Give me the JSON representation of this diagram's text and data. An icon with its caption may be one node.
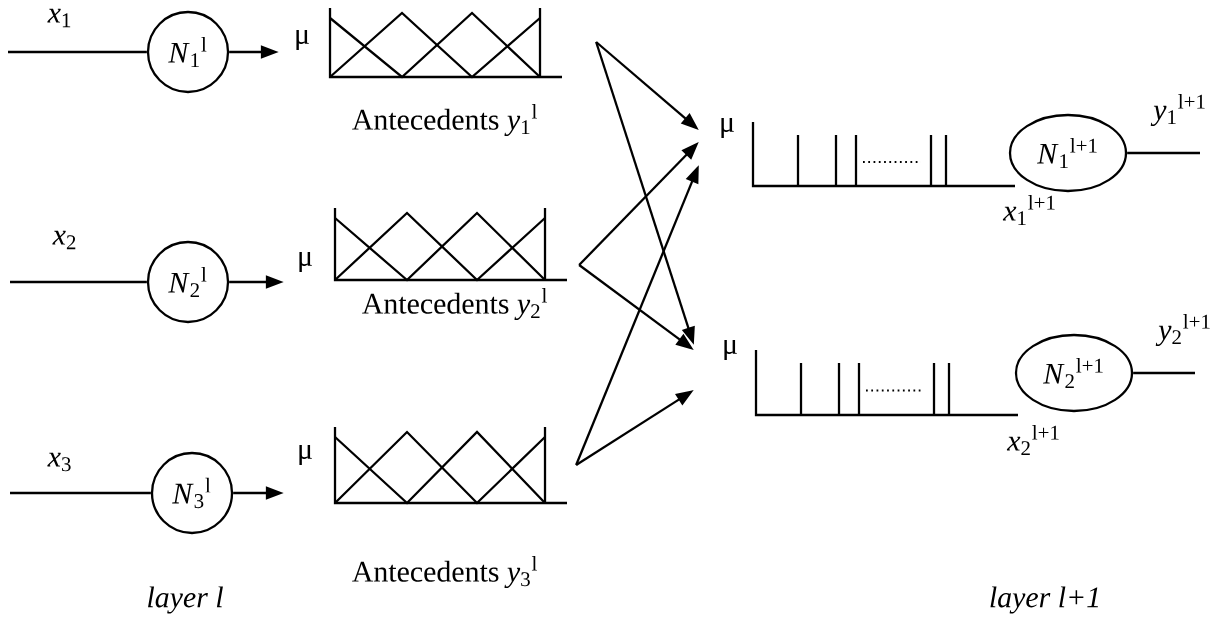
{
  "diagram": {
    "nodes": [
      {
        "text": [
          "*N*$_{1}$$^{l}$"
        ]
      },
      {
        "text": [],
        "shape": "picture",
        "beside": [
          "μ",
          "Antecedents *y*$_{1}$$^{l}$"
        ]
      },
      {
        "text": [
          "*N*$_{2}$$^{l}$"
        ]
      },
      {
        "text": [],
        "shape": "picture",
        "beside": [
          "μ",
          "Antecedents *y*$_{2}$$^{l}$"
        ]
      },
      {
        "text": [
          "*N*$_{3}$$^{l}$"
        ]
      },
      {
        "text": [],
        "shape": "picture",
        "beside": [
          "μ",
          "Antecedents *y*$_{3}$$^{l}$"
        ]
      },
      {
        "text": [],
        "shape": "picture",
        "beside": [
          "μ",
          "*x*$_{1}$$^{l+1}$"
        ]
      },
      {
        "text": [
          "*N*$_{1}$$^{l+1}$"
        ]
      },
      {
        "text": [],
        "shape": "picture",
        "beside": [
          "μ",
          "*x*$_{2}$$^{l+1}$"
        ]
      },
      {
        "text": [
          "*N*$_{2}$$^{l+1}$"
        ]
      }
    ],
    "edges": [
      {
        "from": null,
        "to": 0,
        "arrow": "none",
        "label": "*x*$_{1}$"
      },
      {
        "from": null,
        "to": 2,
        "arrow": "none",
        "label": "*x*$_{2}$"
      },
      {
        "from": null,
        "to": 4,
        "arrow": "none",
        "label": "*x*$_{3}$"
      },
      {
        "from": 0,
        "to": 1,
        "arrow": "to"
      },
      {
        "from": 2,
        "to": 3,
        "arrow": "to"
      },
      {
        "from": 4,
        "to": 5,
        "arrow": "to"
      },
      {
        "from": 1,
        "to": 6,
        "arrow": "to"
      },
      {
        "from": 1,
        "to": 8,
        "arrow": "to"
      },
      {
        "from": 3,
        "to": 6,
        "arrow": "to"
      },
      {
        "from": 3,
        "to": 8,
        "arrow": "to"
      },
      {
        "from": 5,
        "to": 6,
        "arrow": "to"
      },
      {
        "from": 5,
        "to": 8,
        "arrow": "to"
      },
      {
        "from": 7,
        "to": null,
        "arrow": "none",
        "label": "*y*$_{1}$$^{l+1}$"
      },
      {
        "from": 9,
        "to": null,
        "arrow": "none",
        "label": "*y*$_{2}$$^{l+1}$"
      }
    ],
    "labels": [
      "layer l",
      "layer l+1"
    ]
  }
}
